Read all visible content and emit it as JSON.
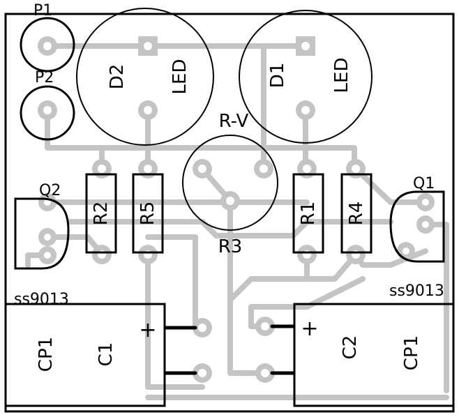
{
  "labels": {
    "p1": "P1",
    "p2": "P2",
    "d2": "D2",
    "d1": "D1",
    "led_left": "LED",
    "led_right": "LED",
    "rv": "R-V",
    "r3": "R3",
    "r2": "R2",
    "r5": "R5",
    "r1": "R1",
    "r4": "R4",
    "q2": "Q2",
    "q1": "Q1",
    "q2_part": "ss9013",
    "q1_part": "ss9013",
    "c1": "C1",
    "c2": "C2",
    "cp1_left": "CP1",
    "cp1_right": "CP1",
    "plus_left": "+",
    "plus_right": "+"
  },
  "colors": {
    "trace": "#c4c4c4",
    "silkscreen": "#000000",
    "board": "#ffffff"
  }
}
